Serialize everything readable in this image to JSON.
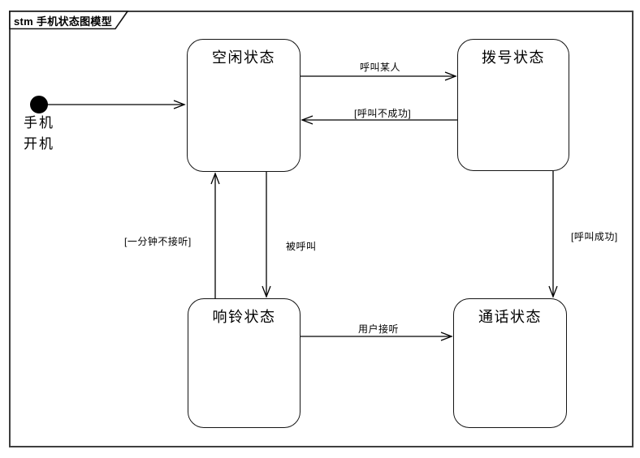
{
  "frame": {
    "kind": "stm",
    "title": "stm 手机状态图模型"
  },
  "diagram": {
    "type": "uml-state-machine",
    "initial": {
      "id": "initial",
      "shape": "filled-circle"
    },
    "states": [
      {
        "id": "idle",
        "label": "空闲状态"
      },
      {
        "id": "dialing",
        "label": "拨号状态"
      },
      {
        "id": "ringing",
        "label": "响铃状态"
      },
      {
        "id": "calling",
        "label": "通话状态"
      }
    ],
    "transitions": [
      {
        "from": "initial",
        "to": "idle",
        "label": "手机\n开机"
      },
      {
        "from": "idle",
        "to": "dialing",
        "label": "呼叫某人"
      },
      {
        "from": "dialing",
        "to": "idle",
        "label": "[呼叫不成功]"
      },
      {
        "from": "idle",
        "to": "ringing",
        "label": "被呼叫"
      },
      {
        "from": "ringing",
        "to": "idle",
        "label": "[一分钟不接听]"
      },
      {
        "from": "dialing",
        "to": "calling",
        "label": "[呼叫成功]"
      },
      {
        "from": "ringing",
        "to": "calling",
        "label": "用户接听"
      }
    ]
  },
  "colors": {
    "background": "#ffffff",
    "line": "#000000",
    "frame_border": "#3f3f3f",
    "state_fill": "#ffffff"
  }
}
